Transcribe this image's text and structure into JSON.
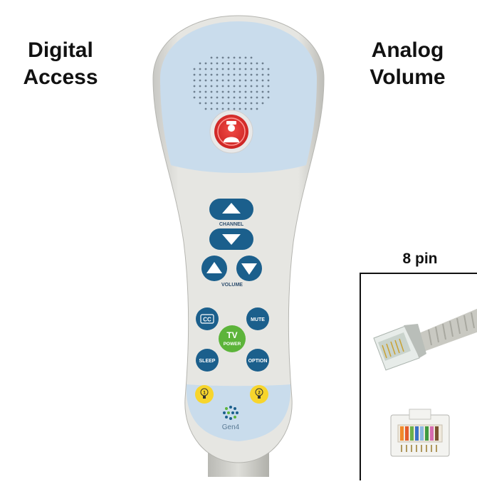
{
  "labels": {
    "digital": "Digital\nAccess",
    "analog": "Analog\nVolume",
    "pins": "8 pin"
  },
  "remote": {
    "channel_label": "CHANNEL",
    "volume_label": "VOLUME",
    "cc_label": "CC",
    "mute_label": "MUTE",
    "tv_label": "TV",
    "power_label": "POWER",
    "sleep_label": "SLEEP",
    "option_label": "OPTION",
    "light1_label": "1",
    "light2_label": "2",
    "brand": "Gen4"
  },
  "colors": {
    "body": "#e3e3df",
    "panel": "#c9dcec",
    "button_blue": "#1b5f8c",
    "nurse_red": "#e02a28",
    "tv_green": "#5cb43a",
    "light_yellow": "#f7d52c"
  }
}
